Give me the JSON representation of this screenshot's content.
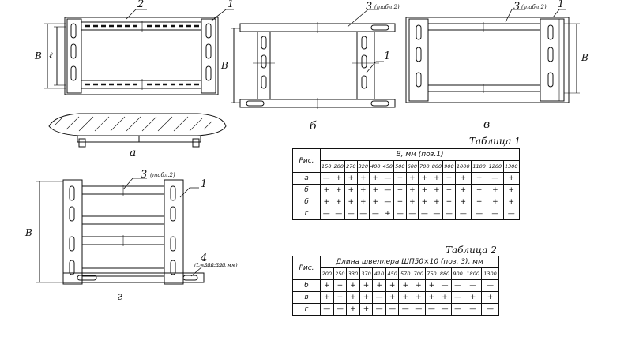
{
  "labels": {
    "a": "а",
    "b": "б",
    "v": "в",
    "g": "г",
    "B": "В",
    "l": "ℓ",
    "callout_1": "1",
    "callout_2": "2",
    "callout_3_tab2": "3",
    "tab2_note": "(табл.2)",
    "callout_4": "4",
    "len_note": "(L=300;390 мм)"
  },
  "table1": {
    "title": "Таблица 1",
    "ris": "Рис.",
    "header": "В, мм (поз.1)",
    "cols": [
      "150",
      "200",
      "270",
      "320",
      "400",
      "450",
      "500",
      "600",
      "700",
      "800",
      "900",
      "1000",
      "1100",
      "1200",
      "1300"
    ],
    "rows": [
      {
        "label": "а",
        "cells": [
          "—",
          "+",
          "+",
          "+",
          "+",
          "—",
          "+",
          "+",
          "+",
          "+",
          "+",
          "+",
          "+",
          "—",
          "+"
        ]
      },
      {
        "label": "б",
        "cells": [
          "+",
          "+",
          "+",
          "+",
          "+",
          "—",
          "+",
          "+",
          "+",
          "+",
          "+",
          "+",
          "+",
          "+",
          "+"
        ]
      },
      {
        "label": "б",
        "cells": [
          "+",
          "+",
          "+",
          "+",
          "+",
          "—",
          "+",
          "+",
          "+",
          "+",
          "+",
          "+",
          "+",
          "+",
          "+"
        ]
      },
      {
        "label": "г",
        "cells": [
          "—",
          "—",
          "—",
          "—",
          "—",
          "+",
          "—",
          "—",
          "—",
          "—",
          "—",
          "—",
          "—",
          "—",
          "—"
        ]
      }
    ]
  },
  "table2": {
    "title": "Таблица 2",
    "ris": "Рис.",
    "header": "Длина швеллера ШП50×10 (поз. 3), мм",
    "cols": [
      "200",
      "250",
      "330",
      "370",
      "410",
      "450",
      "570",
      "700",
      "750",
      "880",
      "900",
      "1800",
      "1300"
    ],
    "rows": [
      {
        "label": "б",
        "cells": [
          "+",
          "+",
          "+",
          "+",
          "+",
          "+",
          "+",
          "+",
          "+",
          "—",
          "—",
          "—",
          "—"
        ]
      },
      {
        "label": "в",
        "cells": [
          "+",
          "+",
          "+",
          "+",
          "—",
          "+",
          "+",
          "+",
          "+",
          "+",
          "—",
          "+",
          "+"
        ]
      },
      {
        "label": "г",
        "cells": [
          "—",
          "—",
          "+",
          "+",
          "—",
          "—",
          "—",
          "—",
          "—",
          "—",
          "—",
          "—",
          "—"
        ]
      }
    ]
  }
}
